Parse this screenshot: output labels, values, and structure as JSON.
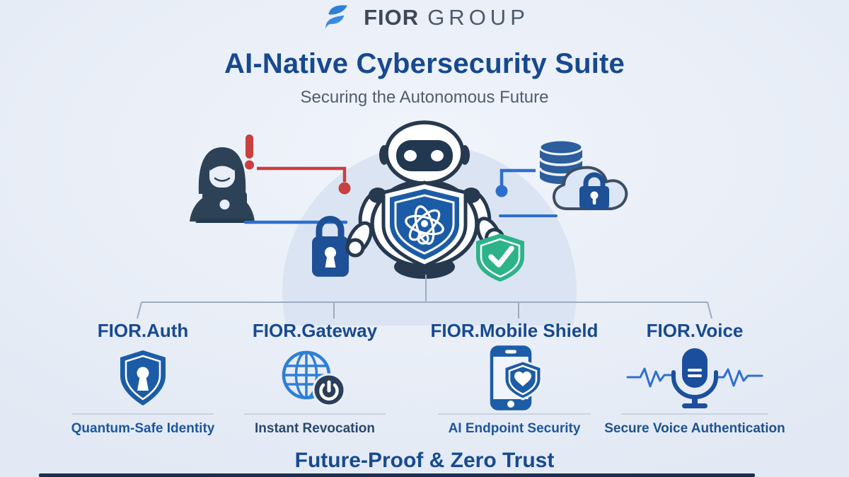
{
  "brand": {
    "logo_bold": "FIOR",
    "logo_light": "GROUP",
    "logo_icon": "fior-flag-icon"
  },
  "header": {
    "title": "AI-Native Cybersecurity Suite",
    "subtitle": "Securing the Autonomous Future"
  },
  "illustration": {
    "left_icons": [
      "hacker-laptop-icon",
      "alert-exclamation-icon",
      "threat-circuit-line-red",
      "padlock-icon"
    ],
    "center_icons": [
      "security-robot-icon",
      "shield-atom-emblem-icon"
    ],
    "right_icons": [
      "data-circuit-line-blue",
      "database-icon",
      "secure-cloud-lock-icon",
      "verified-shield-check-icon"
    ]
  },
  "products": [
    {
      "name": "FIOR.Auth",
      "icon": "shield-keyhole-icon",
      "caption": "Quantum-Safe Identity"
    },
    {
      "name": "FIOR.Gateway",
      "icon": "globe-power-icon",
      "caption": "Instant Revocation"
    },
    {
      "name": "FIOR.Mobile Shield",
      "icon": "phone-shield-heart-icon",
      "caption": "AI Endpoint Security"
    },
    {
      "name": "FIOR.Voice",
      "icon": "microphone-waveform-icon",
      "caption": "Secure Voice Authentication"
    }
  ],
  "footer": {
    "tagline": "Future-Proof & Zero Trust"
  },
  "colors": {
    "background": "#e9eef7",
    "title_blue": "#17498f",
    "primary_blue": "#1d5ca6",
    "bright_blue": "#2e7fd6",
    "navy": "#2c4257",
    "alert_red": "#c8403f",
    "success_green": "#2cb389"
  }
}
